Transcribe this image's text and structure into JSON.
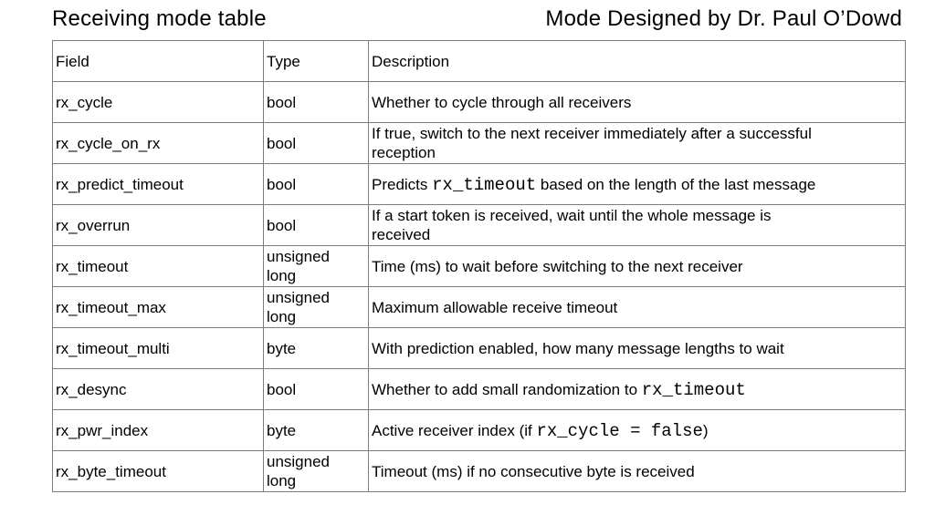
{
  "header": {
    "title_left": "Receiving mode table",
    "title_right": "Mode Designed by Dr. Paul O’Dowd"
  },
  "colors": {
    "background": "#ffffff",
    "text": "#000000",
    "table_border": "#7d7d7d"
  },
  "table": {
    "headers": [
      "Field",
      "Type",
      "Description"
    ],
    "rows": [
      {
        "field": "rx_cycle",
        "type": "bool",
        "description": [
          {
            "text": "Whether to cycle through all receivers",
            "mono": false
          }
        ]
      },
      {
        "field": "rx_cycle_on_rx",
        "type": "bool",
        "description": [
          {
            "text": "If true, switch to the next receiver immediately after a successful\nreception",
            "mono": false
          }
        ]
      },
      {
        "field": "rx_predict_timeout",
        "type": "bool",
        "description": [
          {
            "text": "Predicts ",
            "mono": false
          },
          {
            "text": "rx_timeout",
            "mono": true
          },
          {
            "text": " based on the length of the last message",
            "mono": false
          }
        ]
      },
      {
        "field": "rx_overrun",
        "type": "bool",
        "description": [
          {
            "text": "If a start token is received, wait until the whole message is\nreceived",
            "mono": false
          }
        ]
      },
      {
        "field": "rx_timeout",
        "type": "unsigned\nlong",
        "description": [
          {
            "text": "Time (ms) to wait before switching to the next receiver",
            "mono": false
          }
        ]
      },
      {
        "field": "rx_timeout_max",
        "type": "unsigned\nlong",
        "description": [
          {
            "text": "Maximum allowable receive timeout",
            "mono": false
          }
        ]
      },
      {
        "field": "rx_timeout_multi",
        "type": "byte",
        "description": [
          {
            "text": "With prediction enabled, how many message lengths to wait",
            "mono": false
          }
        ]
      },
      {
        "field": "rx_desync",
        "type": "bool",
        "description": [
          {
            "text": "Whether to add small randomization to ",
            "mono": false
          },
          {
            "text": "rx_timeout",
            "mono": true
          }
        ]
      },
      {
        "field": "rx_pwr_index",
        "type": "byte",
        "description": [
          {
            "text": "Active receiver index (if ",
            "mono": false
          },
          {
            "text": "rx_cycle = false",
            "mono": true
          },
          {
            "text": ")",
            "mono": false
          }
        ]
      },
      {
        "field": "rx_byte_timeout",
        "type": "unsigned\nlong",
        "description": [
          {
            "text": "Timeout (ms) if no consecutive byte is received",
            "mono": false
          }
        ]
      }
    ]
  }
}
